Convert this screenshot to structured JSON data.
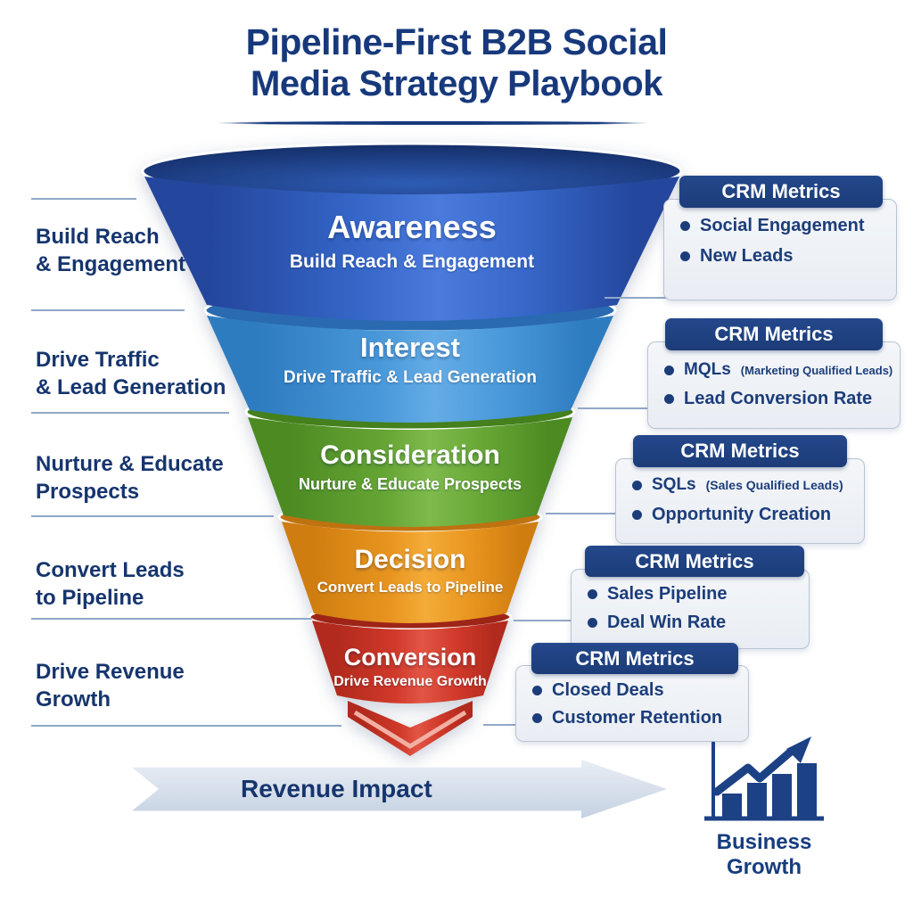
{
  "title": {
    "line1": "Pipeline-First B2B Social",
    "line2": "Media Strategy Playbook"
  },
  "funnel": {
    "stages": [
      {
        "name": "Awareness",
        "subtitle": "Build Reach & Engagement",
        "color": "#2f5fc0",
        "side_label_line1": "Build Reach",
        "side_label_line2": "& Engagement"
      },
      {
        "name": "Interest",
        "subtitle": "Drive Traffic & Lead Generation",
        "color": "#4596d8",
        "side_label_line1": "Drive Traffic",
        "side_label_line2": "& Lead Generation"
      },
      {
        "name": "Consideration",
        "subtitle": "Nurture & Educate Prospects",
        "color": "#65a534",
        "side_label_line1": "Nurture & Educate",
        "side_label_line2": "Prospects"
      },
      {
        "name": "Decision",
        "subtitle": "Convert Leads to Pipeline",
        "color": "#e8951f",
        "side_label_line1": "Convert Leads",
        "side_label_line2": "to Pipeline"
      },
      {
        "name": "Conversion",
        "subtitle": "Drive Revenue Growth",
        "color": "#d0392a",
        "side_label_line1": "Drive Revenue",
        "side_label_line2": "Growth"
      }
    ]
  },
  "crm_boxes": [
    {
      "header": "CRM Metrics",
      "metrics": [
        {
          "label": "Social Engagement",
          "note": ""
        },
        {
          "label": "New Leads",
          "note": ""
        }
      ]
    },
    {
      "header": "CRM Metrics",
      "metrics": [
        {
          "label": "MQLs",
          "note": "(Marketing Qualified Leads)"
        },
        {
          "label": "Lead Conversion Rate",
          "note": ""
        }
      ]
    },
    {
      "header": "CRM Metrics",
      "metrics": [
        {
          "label": "SQLs",
          "note": "(Sales Qualified Leads)"
        },
        {
          "label": "Opportunity Creation",
          "note": ""
        }
      ]
    },
    {
      "header": "CRM Metrics",
      "metrics": [
        {
          "label": "Sales Pipeline",
          "note": ""
        },
        {
          "label": "Deal Win Rate",
          "note": ""
        }
      ]
    },
    {
      "header": "CRM Metrics",
      "metrics": [
        {
          "label": "Closed Deals",
          "note": ""
        },
        {
          "label": "Customer Retention",
          "note": ""
        }
      ]
    }
  ],
  "footer": {
    "arrow_label": "Revenue Impact",
    "growth_label": "Business Growth"
  },
  "colors": {
    "accent_navy": "#17397c",
    "crm_header_navy": "#1e4080",
    "box_bg": "#eef1f6",
    "connector": "#90a8c6",
    "arrow_fill": "#c9d6e6"
  }
}
